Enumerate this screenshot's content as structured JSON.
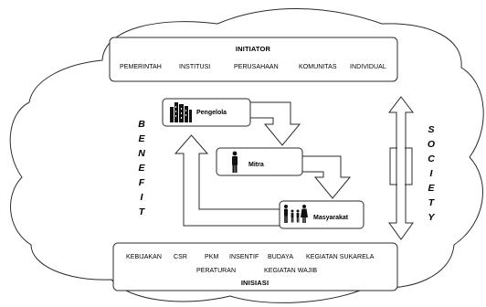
{
  "initiator": {
    "title": "INITIATOR",
    "items": [
      "PEMERINTAH",
      "INSTITUSI",
      "PERUSAHAAN",
      "KOMUNITAS",
      "INDIVIDUAL"
    ]
  },
  "benefit": {
    "letters": [
      "B",
      "E",
      "N",
      "E",
      "F",
      "I",
      "T"
    ]
  },
  "society": {
    "letters": [
      "S",
      "O",
      "C",
      "I",
      "E",
      "T",
      "Y"
    ]
  },
  "nodes": {
    "pengelola": {
      "label": "Pengelola",
      "icon": "building-icon"
    },
    "mitra": {
      "label": "Mitra",
      "icon": "person-icon"
    },
    "masyarakat": {
      "label": "Masyarakat",
      "icon": "family-icon"
    }
  },
  "inisiasi": {
    "title": "INISIASI",
    "row1": [
      "KEBIJAKAN",
      "CSR",
      "PKM",
      "INSENTIF",
      "BUDAYA",
      "KEGIATAN SUKARELA"
    ],
    "row2": [
      "PERATURAN",
      "KEGIATAN WAJIB"
    ]
  },
  "colors": {
    "stroke": "#2b2b2b",
    "fill": "#ffffff",
    "text": "#1c1c1c"
  }
}
